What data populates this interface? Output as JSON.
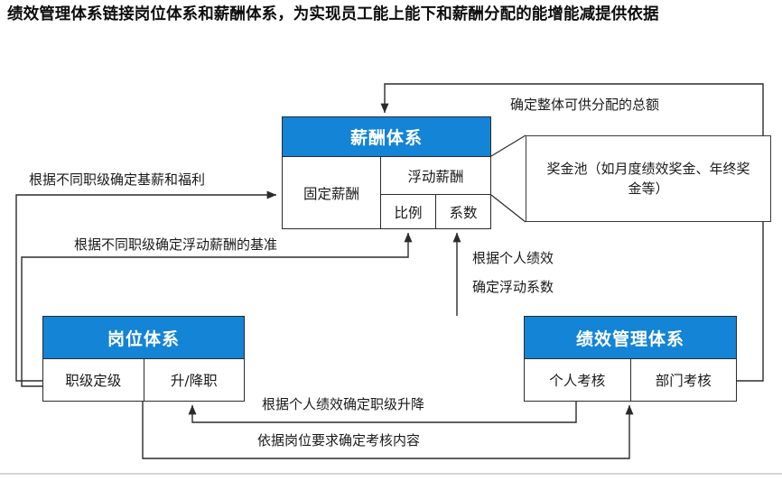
{
  "page": {
    "title": "绩效管理体系链接岗位体系和薪酬体系，为实现员工能上能下和薪酬分配的能增能减提供依据",
    "accent_color": "#1384d6",
    "line_color": "#2b2b2b",
    "background": "#ffffff"
  },
  "boxes": {
    "salary": {
      "header": "薪酬体系",
      "fixed": "固定薪酬",
      "floating": "浮动薪酬",
      "ratio": "比例",
      "coefficient": "系数"
    },
    "position": {
      "header": "岗位体系",
      "grading": "职级定级",
      "promotion": "升/降职"
    },
    "performance": {
      "header": "绩效管理体系",
      "individual": "个人考核",
      "department": "部门考核"
    },
    "bonus_pool": {
      "text": "奖金池（如月度绩效奖金、年终奖金等）"
    }
  },
  "labels": {
    "total_amount": "确定整体可供分配的总额",
    "base_salary": "根据不同职级确定基薪和福利",
    "floating_base": "根据不同职级确定浮动薪酬的基准",
    "coefficient_line1": "根据个人绩效",
    "coefficient_line2": "确定浮动系数",
    "promotion": "根据个人绩效确定职级升降",
    "assessment_content": "依据岗位要求确定考核内容"
  }
}
